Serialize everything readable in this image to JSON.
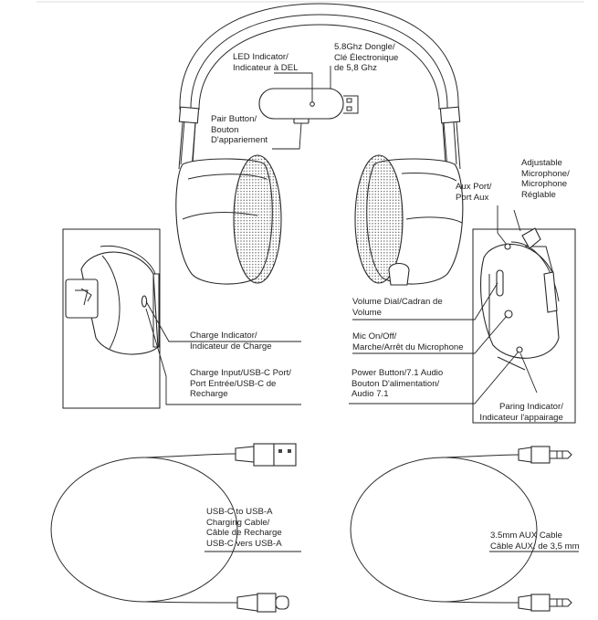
{
  "labels": {
    "dongle": [
      "5.8Ghz Dongle/",
      "Clé Électronique",
      "de 5,8 Ghz"
    ],
    "led": [
      "LED Indicator/",
      "Indicateur à DEL"
    ],
    "pair": [
      "Pair Button/",
      "Bouton",
      "D'appariement"
    ],
    "mic_adjustable": [
      "Adjustable",
      "Microphone/",
      "Microphone",
      "Réglable"
    ],
    "aux_port": [
      "Aux Port/",
      "Port Aux"
    ],
    "volume": [
      "Volume Dial/Cadran de",
      "Volume"
    ],
    "mic_onoff": [
      "Mic On/Off/",
      "Marche/Arrêt du Microphone"
    ],
    "power": [
      "Power Button/7.1 Audio",
      "Bouton D'alimentation/",
      "Audio 7.1"
    ],
    "paring": [
      "Paring Indicator/",
      "Indicateur  l'appairage"
    ],
    "charge_indicator": [
      "Charge Indicator/",
      "Indicateur de Charge"
    ],
    "charge_input": [
      "Charge Input/USB-C Port/",
      "Port Entrée/USB-C de",
      "Recharge"
    ],
    "usb_cable": [
      "USB-C to USB-A",
      "Charging Cable/",
      "Câble de Recharge",
      "USB-C vers USB-A"
    ],
    "aux_cable": [
      "3.5mm AUX Cable",
      "Câble AUX. de 3,5 mm"
    ]
  }
}
